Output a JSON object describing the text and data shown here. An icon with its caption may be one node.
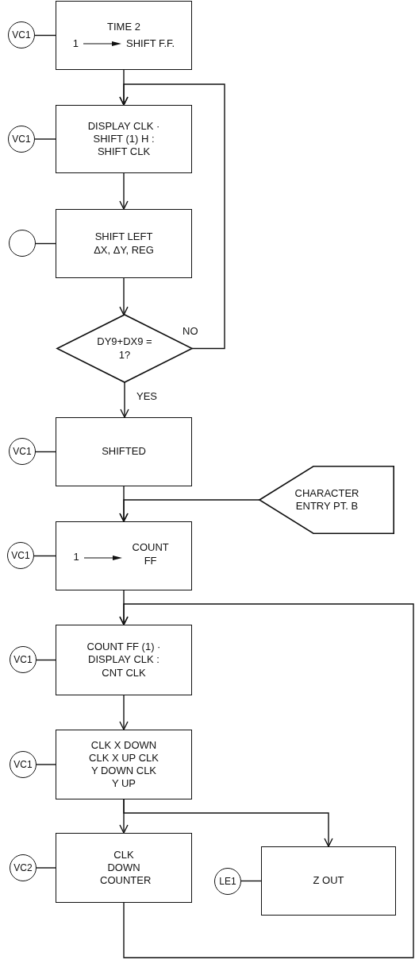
{
  "diagram": {
    "nodes": [
      {
        "text": [
          "TIME 2",
          "1",
          "SHIFT F.F."
        ]
      },
      {
        "text": [
          "VC1"
        ]
      },
      {
        "text": [
          "DISPLAY CLK · SHIFT (1) H : SHIFT CLK"
        ]
      },
      {
        "text": [
          "VC1"
        ]
      },
      {
        "text": [
          "SHIFT LEFT ΔX, ΔY, REG"
        ]
      },
      {
        "text": [],
        "shape": "circle"
      },
      {
        "text": [
          "DY9+DX9 = 1?"
        ]
      },
      {
        "text": [
          "SHIFTED"
        ]
      },
      {
        "text": [
          "VC1"
        ]
      },
      {
        "text": [
          "CHARACTER ENTRY PT. B"
        ]
      },
      {
        "text": [
          "1",
          "COUNT FF"
        ]
      },
      {
        "text": [
          "VC1"
        ]
      },
      {
        "text": [
          "COUNT FF (1) · DISPLAY CLK : CNT CLK"
        ]
      },
      {
        "text": [
          "VC1"
        ]
      },
      {
        "text": [
          "CLK X DOWN CLK X UP CLK Y DOWN CLK Y UP"
        ]
      },
      {
        "text": [
          "VC1"
        ]
      },
      {
        "text": [
          "CLK DOWN COUNTER"
        ]
      },
      {
        "text": [
          "VC2"
        ]
      },
      {
        "text": [
          "Z OUT"
        ]
      },
      {
        "text": [
          "LE1"
        ]
      }
    ],
    "edges": [
      {
        "from": 1,
        "to": 0,
        "arrow": "none"
      },
      {
        "from": 0,
        "to": 2,
        "arrow": "to"
      },
      {
        "from": 3,
        "to": 2,
        "arrow": "none"
      },
      {
        "from": 2,
        "to": 4,
        "arrow": "to"
      },
      {
        "from": 5,
        "to": 4,
        "arrow": "none"
      },
      {
        "from": 4,
        "to": 6,
        "arrow": "to"
      },
      {
        "from": 6,
        "to": 2,
        "arrow": "to",
        "label": "NO"
      },
      {
        "from": 6,
        "to": 7,
        "arrow": "to",
        "label": "YES"
      },
      {
        "from": 8,
        "to": 7,
        "arrow": "none"
      },
      {
        "from": 7,
        "to": 10,
        "arrow": "to"
      },
      {
        "from": 9,
        "to": 10,
        "arrow": "to"
      },
      {
        "from": 11,
        "to": 10,
        "arrow": "none"
      },
      {
        "from": 10,
        "to": 12,
        "arrow": "to"
      },
      {
        "from": 13,
        "to": 12,
        "arrow": "none"
      },
      {
        "from": 12,
        "to": 14,
        "arrow": "to"
      },
      {
        "from": 15,
        "to": 14,
        "arrow": "none"
      },
      {
        "from": 14,
        "to": 16,
        "arrow": "to"
      },
      {
        "from": 14,
        "to": 18,
        "arrow": "to"
      },
      {
        "from": 17,
        "to": 16,
        "arrow": "none"
      },
      {
        "from": 19,
        "to": 18,
        "arrow": "none"
      },
      {
        "from": 16,
        "to": 12,
        "arrow": "to"
      }
    ]
  }
}
